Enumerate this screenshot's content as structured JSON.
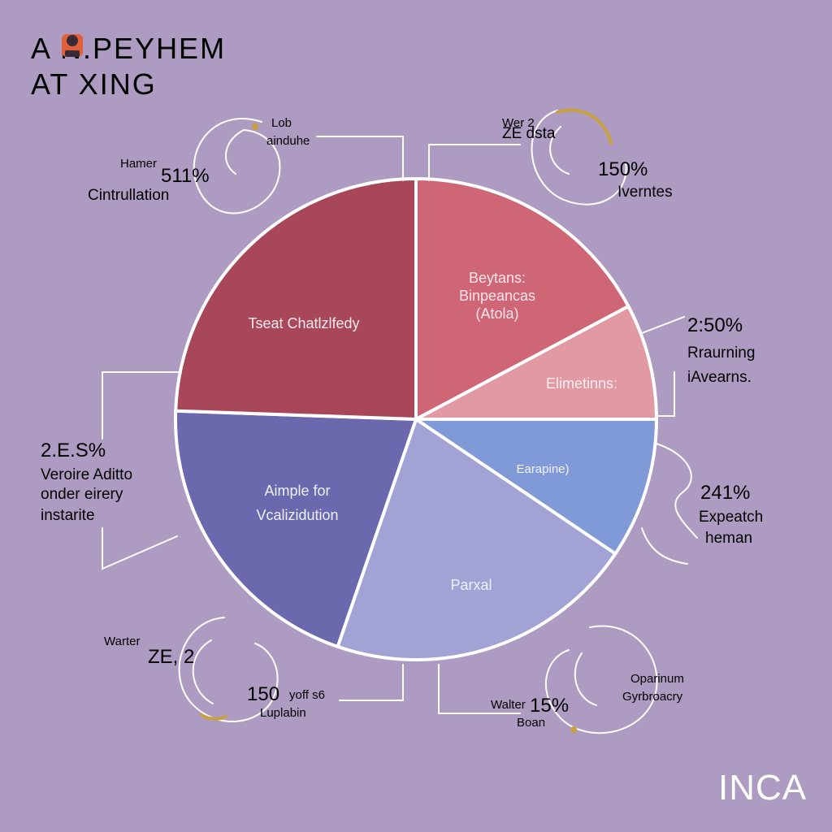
{
  "header": {
    "title_line1": "A  N.PEYHEM",
    "title_line2": "AT XING"
  },
  "brand": {
    "logo_text": "INCA"
  },
  "colors": {
    "background": "#ae9bc1",
    "slice_dark_red": "#a8475a",
    "slice_red": "#cf6676",
    "slice_pink": "#e19aa4",
    "slice_blue": "#7f9ad6",
    "slice_lavender": "#a2a3d4",
    "slice_indigo": "#6b68ad",
    "swirl_accent": "#c9a041"
  },
  "chart_data": {
    "type": "pie",
    "title": "A  N.PEYHEM AT XING",
    "slices": [
      {
        "label": "Beytans: Binpeancas (Atola)",
        "angle_start": 0,
        "angle_end": 62,
        "color": "#cf6676"
      },
      {
        "label": "Elimetinns:",
        "angle_start": 62,
        "angle_end": 90,
        "color": "#e19aa4"
      },
      {
        "label": "Earapine)",
        "angle_start": 90,
        "angle_end": 124,
        "color": "#7f9ad6"
      },
      {
        "label": "Parxal",
        "angle_start": 124,
        "angle_end": 199,
        "color": "#a2a3d4"
      },
      {
        "label": "Aimple for Vcalizidution",
        "angle_start": 199,
        "angle_end": 272,
        "color": "#6b68ad"
      },
      {
        "label": "Tseat Chatlzlfedy",
        "angle_start": 272,
        "angle_end": 360,
        "color": "#a8475a"
      }
    ],
    "annotations": {
      "top_left": {
        "lines": [
          "Lob",
          "ainduhe"
        ],
        "left_label": "Hamer",
        "percent": "511%",
        "caption": "Cintrullation"
      },
      "top_right": {
        "lines": [
          "Wer 2",
          "ZE  dsta"
        ],
        "percent": "150%",
        "caption": "Iverntes"
      },
      "right_upper": {
        "percent": "2:50%",
        "caption_lines": [
          "Rraurning",
          "iAvearns."
        ]
      },
      "left_mid": {
        "percent": "2.E.S%",
        "caption_lines": [
          "Veroire Aditto",
          "onder eirery",
          "instarite"
        ]
      },
      "right_lower": {
        "percent": "241%",
        "caption_lines": [
          "Expeatch",
          "heman"
        ]
      },
      "bottom_left": {
        "label": "Warter",
        "value": "ZE, 2",
        "percent": "150",
        "extra": "yoff s6",
        "caption": "Luplabin"
      },
      "bottom_right": {
        "label": "Walter",
        "percent": "15%",
        "sub": "Boan",
        "caption_lines": [
          "Oparinum",
          "Gyrbroacry"
        ]
      }
    }
  }
}
